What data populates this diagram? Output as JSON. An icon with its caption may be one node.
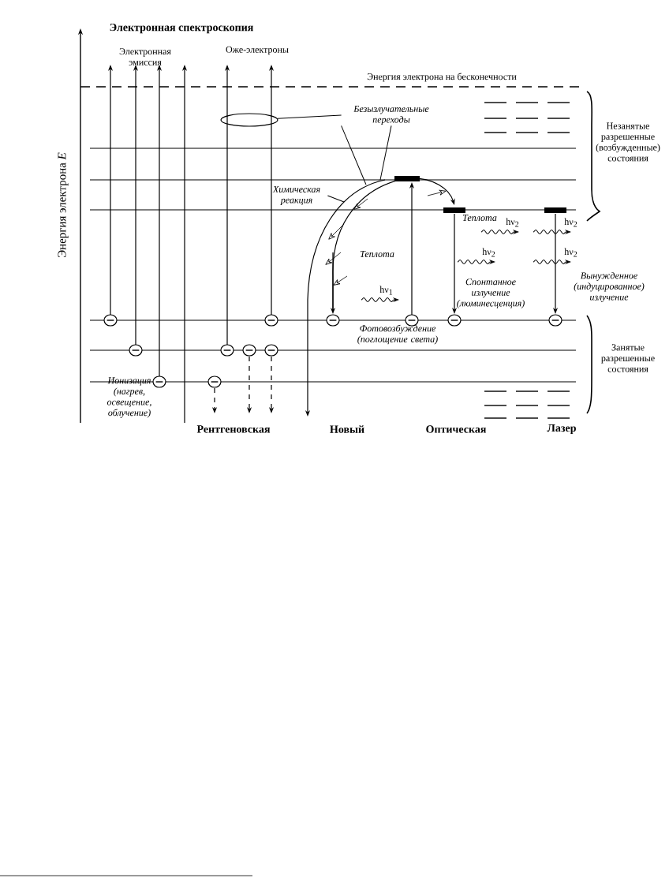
{
  "diagram": {
    "nodes": [
      {
        "text": [
          "Безызлучательные переходы"
        ]
      },
      {
        "text": [],
        "shape": "ellipse"
      },
      {
        "text": [
          "Химическая реакция"
        ]
      }
    ],
    "edges": [
      {
        "from": 0,
        "to": 1,
        "arrow": "none"
      },
      {
        "from": 0,
        "to": null,
        "arrow": "none"
      },
      {
        "from": 0,
        "to": null,
        "arrow": "none"
      },
      {
        "from": 2,
        "to": null,
        "arrow": "none"
      }
    ],
    "labels": [
      "Электронная спектроскопия",
      "Электронная эмиссия",
      "Оже-электроны",
      "Энергия электрона на бесконечности",
      "Энергия электрона *E*",
      "Незанятые разрешенные (возбужденные) состояния",
      "Теплота",
      "hν$_{2}$",
      "hν$_{2}$",
      "Теплота",
      "hν$_{2}$",
      "hν$_{2}$",
      "Спонтанное излучение (люминесценция)",
      "Вынужденное (индуцированное) излучение",
      "hν$_{1}$",
      "Фотовозбуждение (поглощение света)",
      "Занятые разрешенные состояния",
      "Ионизация (нагрев, освещение, облучение)",
      "Рентгеновская",
      "Новый",
      "Оптическая",
      "Лазер"
    ]
  }
}
